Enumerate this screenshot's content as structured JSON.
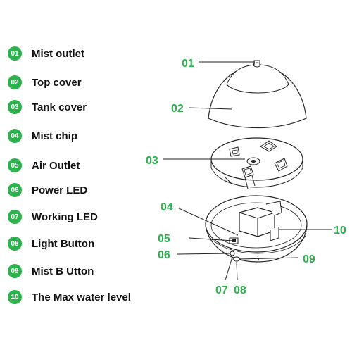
{
  "legend": {
    "items": [
      {
        "num": "01",
        "label": "Mist outlet"
      },
      {
        "num": "02",
        "label": "Top cover"
      },
      {
        "num": "03",
        "label": "Tank cover"
      },
      {
        "num": "04",
        "label": "Mist chip"
      },
      {
        "num": "05",
        "label": "Air Outlet"
      },
      {
        "num": "06",
        "label": "Power LED"
      },
      {
        "num": "07",
        "label": "Working LED"
      },
      {
        "num": "08",
        "label": "Light Button"
      },
      {
        "num": "09",
        "label": "Mist B Utton"
      },
      {
        "num": "10",
        "label": "The Max water level"
      }
    ]
  },
  "callouts": {
    "c01": "01",
    "c02": "02",
    "c03": "03",
    "c04": "04",
    "c05": "05",
    "c06": "06",
    "c07": "07",
    "c08": "08",
    "c09": "09",
    "c10": "10"
  },
  "colors": {
    "accent": "#2bb24c",
    "line": "#222222",
    "text": "#111111"
  }
}
